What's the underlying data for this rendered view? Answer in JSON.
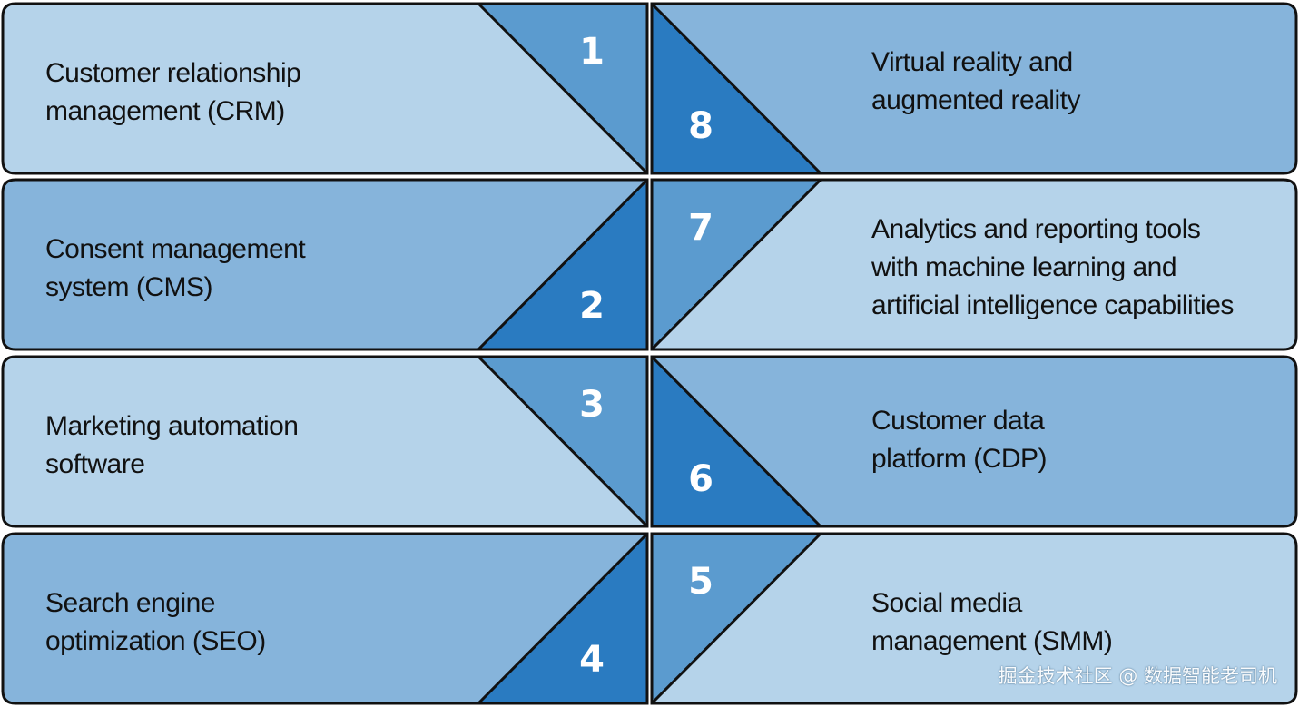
{
  "colors": {
    "light": "#b5d3ea",
    "medium": "#86b4db",
    "accent": "#5b9bcf",
    "dark": "#2a7bc1",
    "outline": "#111111"
  },
  "items": [
    {
      "number": "1",
      "label_lines": [
        "Customer relationship",
        "management (CRM)"
      ]
    },
    {
      "number": "2",
      "label_lines": [
        "Consent management",
        "system (CMS)"
      ]
    },
    {
      "number": "3",
      "label_lines": [
        "Marketing automation",
        "software"
      ]
    },
    {
      "number": "4",
      "label_lines": [
        "Search engine",
        "optimization (SEO)"
      ]
    },
    {
      "number": "5",
      "label_lines": [
        "Social media",
        "management (SMM)"
      ]
    },
    {
      "number": "6",
      "label_lines": [
        "Customer data",
        "platform (CDP)"
      ]
    },
    {
      "number": "7",
      "label_lines": [
        "Analytics and reporting tools",
        "with machine learning and",
        "artificial intelligence capabilities"
      ]
    },
    {
      "number": "8",
      "label_lines": [
        "Virtual reality and",
        "augmented reality"
      ]
    }
  ],
  "watermark": "掘金技术社区 @ 数据智能老司机"
}
